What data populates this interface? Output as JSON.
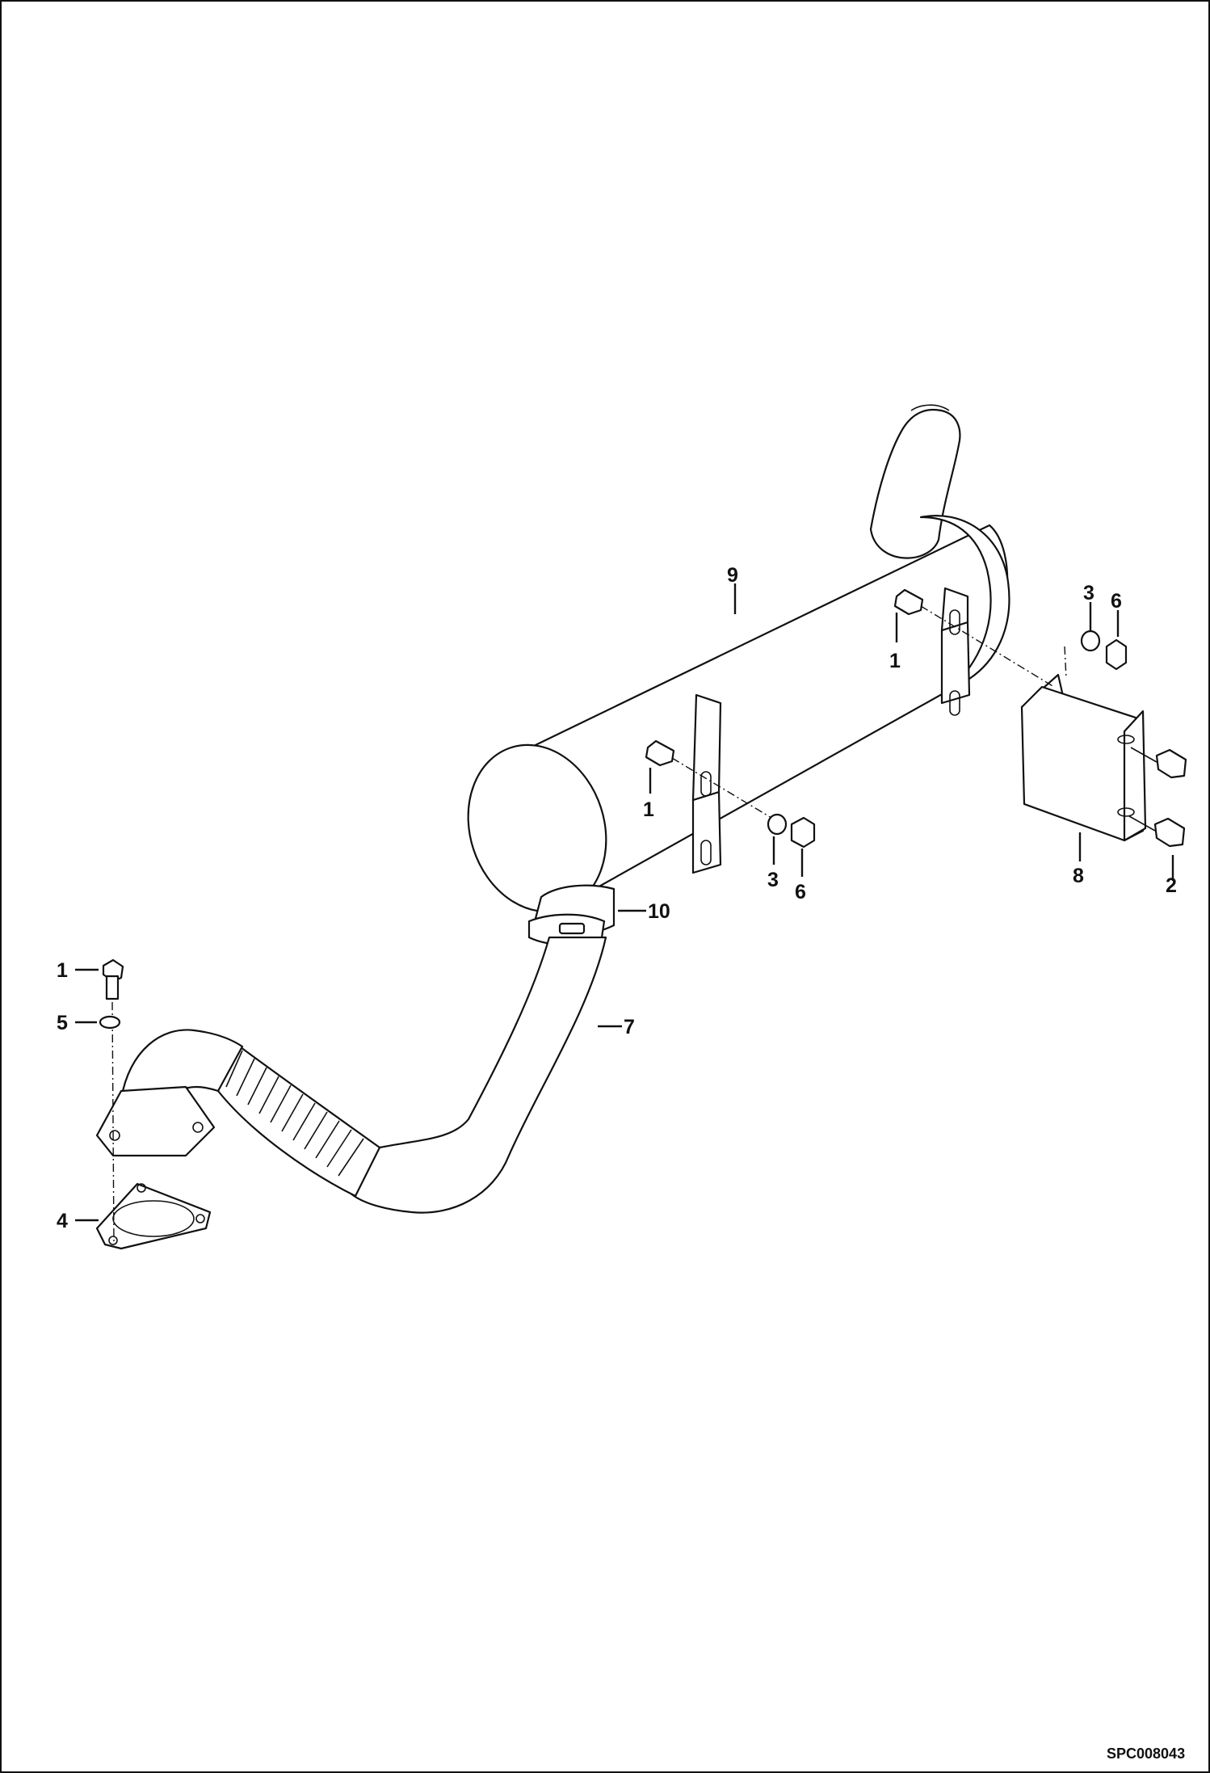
{
  "drawing": {
    "document_code": "SPC008043",
    "callouts": [
      {
        "id": "c1a",
        "label": "1"
      },
      {
        "id": "c1b",
        "label": "1"
      },
      {
        "id": "c1c",
        "label": "1"
      },
      {
        "id": "c2",
        "label": "2"
      },
      {
        "id": "c3a",
        "label": "3"
      },
      {
        "id": "c3b",
        "label": "3"
      },
      {
        "id": "c4",
        "label": "4"
      },
      {
        "id": "c5",
        "label": "5"
      },
      {
        "id": "c6a",
        "label": "6"
      },
      {
        "id": "c6b",
        "label": "6"
      },
      {
        "id": "c7",
        "label": "7"
      },
      {
        "id": "c8",
        "label": "8"
      },
      {
        "id": "c9",
        "label": "9"
      },
      {
        "id": "c10",
        "label": "10"
      }
    ]
  }
}
